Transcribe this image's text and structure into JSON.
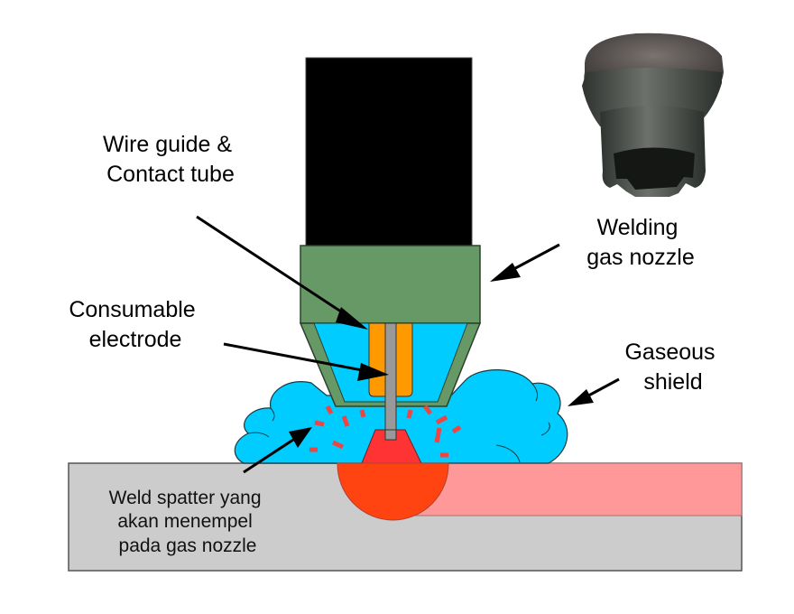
{
  "diagram": {
    "title": "MIG welding torch cross-section",
    "labels": {
      "wire_guide": [
        "Wire guide &",
        "Contact tube"
      ],
      "electrode": [
        "Consumable",
        "electrode"
      ],
      "nozzle": [
        "Welding",
        "gas nozzle"
      ],
      "shield": [
        "Gaseous",
        "shield"
      ],
      "spatter": [
        "Weld spatter yang",
        "akan menempel",
        "pada gas nozzle"
      ]
    },
    "colors": {
      "torch_body": "#000000",
      "nozzle": "#669966",
      "gas": "#00ccff",
      "contact_tube": "#ff9900",
      "electrode": "#999999",
      "arc": "#ff3333",
      "weld_pool": "#ff4411",
      "weld_bead": "#ff9999",
      "base_metal": "#cccccc",
      "spatter": "#ee4444"
    },
    "photo": {
      "subject": "welding gas nozzle photo"
    }
  }
}
